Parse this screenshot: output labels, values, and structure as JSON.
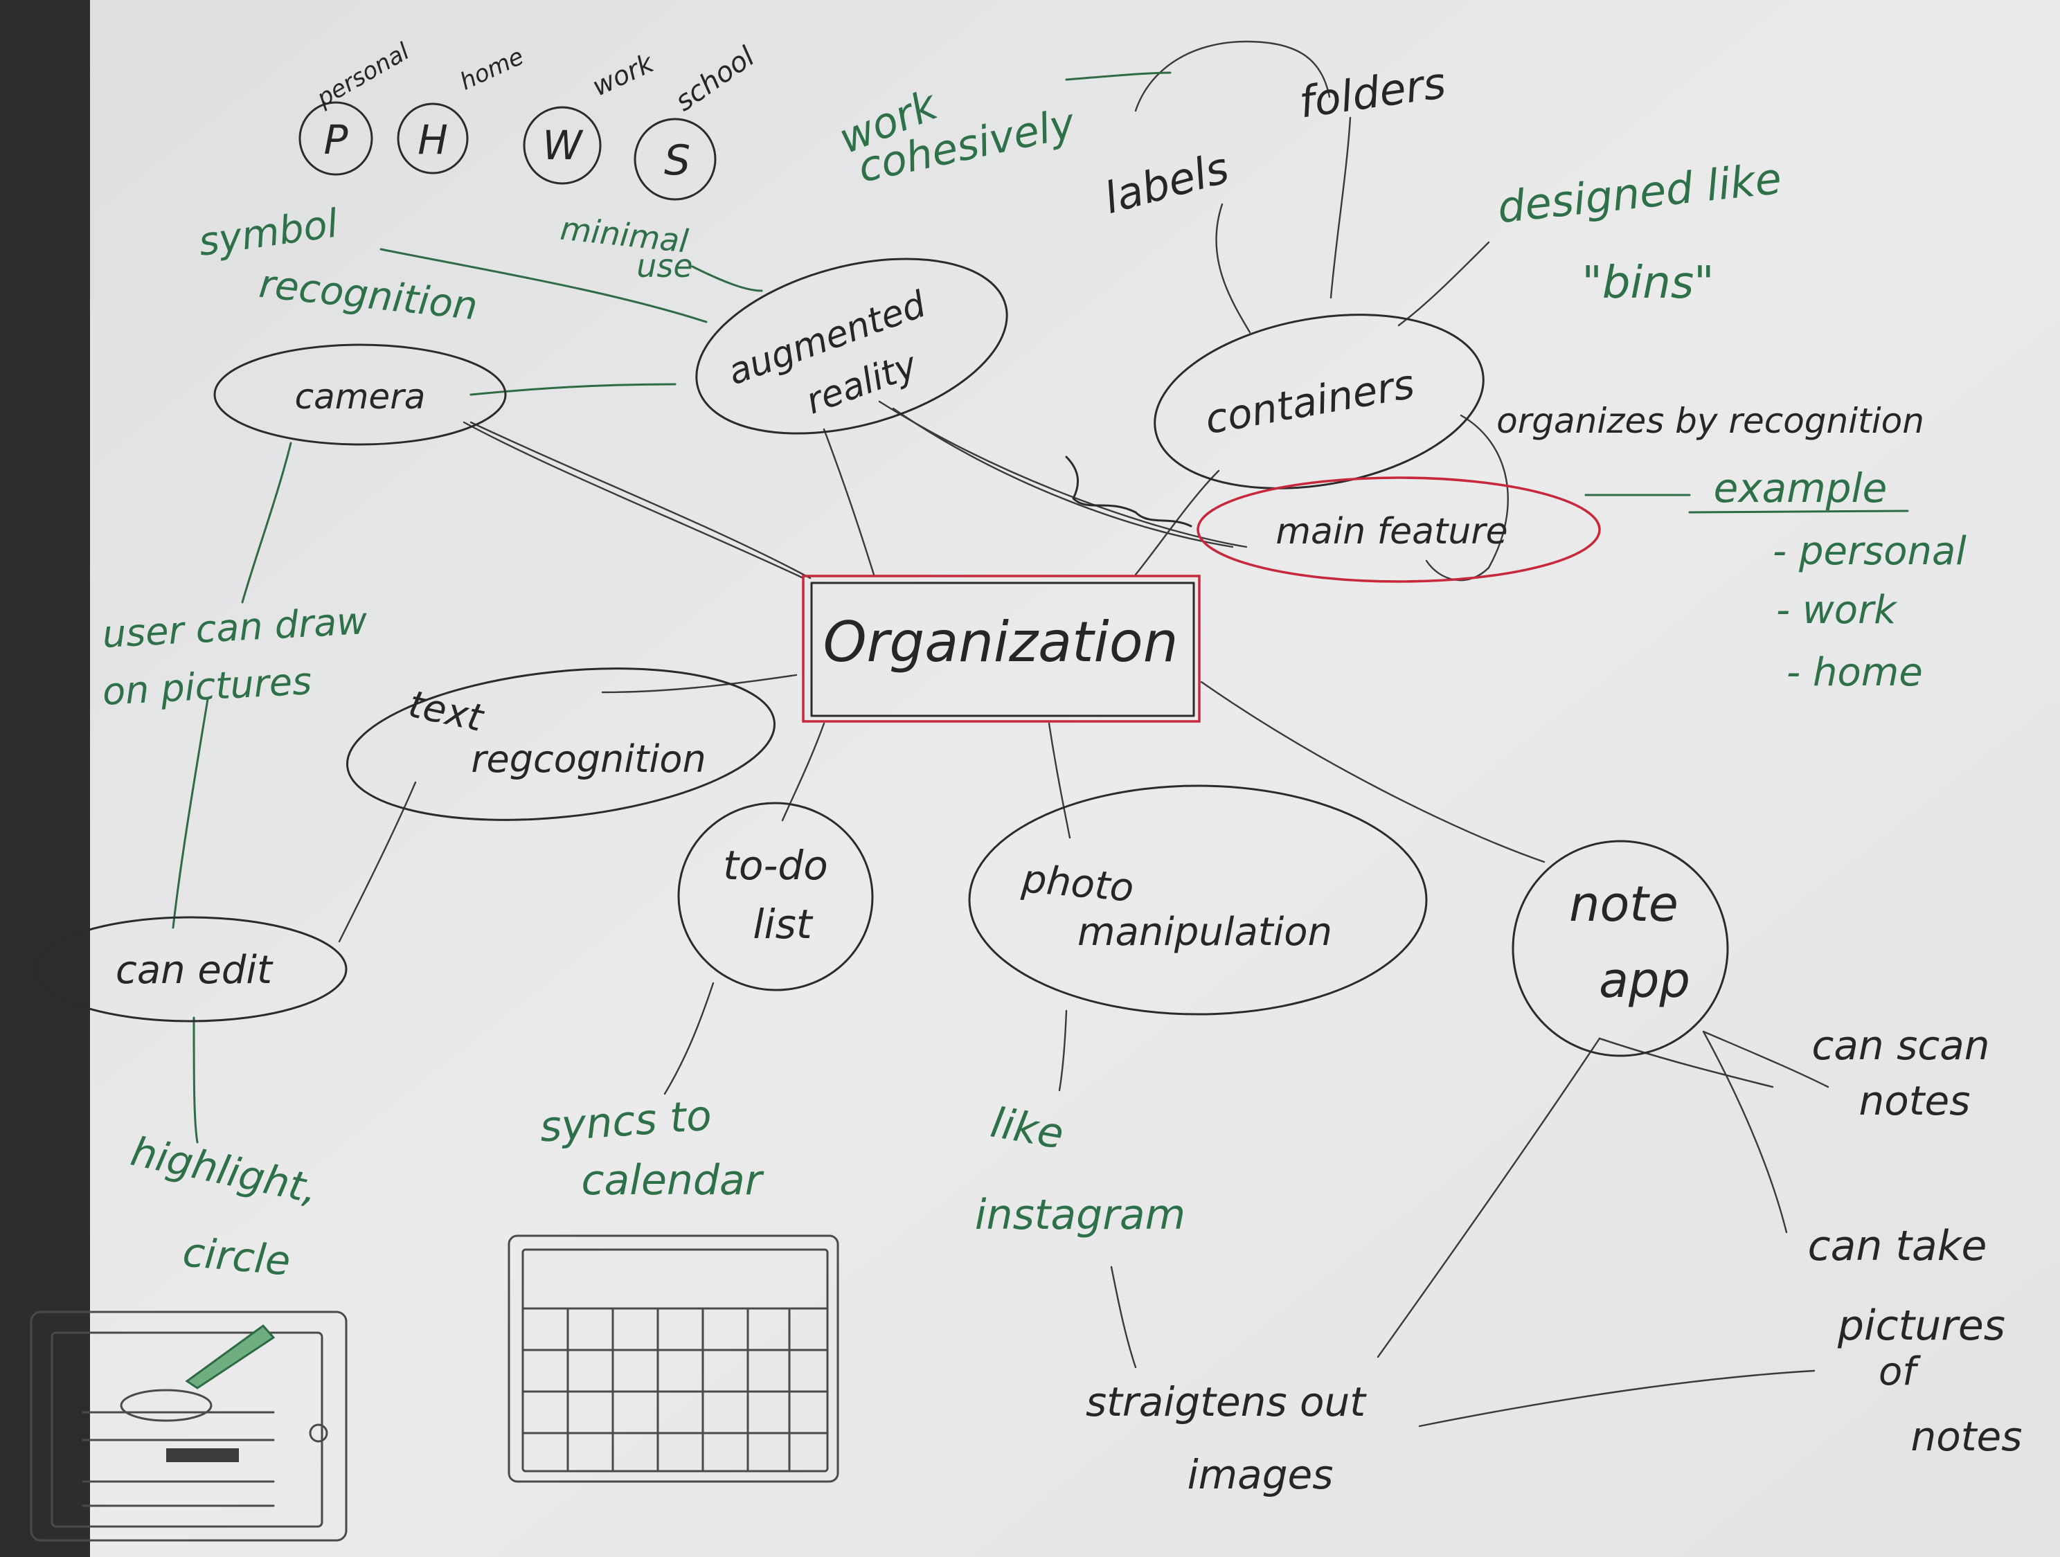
{
  "central": "Organization",
  "nodes": {
    "camera": "camera",
    "augmented_reality": [
      "augmented",
      "reality"
    ],
    "containers": "containers",
    "main_feature": "main feature",
    "text_recognition": [
      "text",
      "regcognition"
    ],
    "to_do_list": [
      "to-do",
      "list"
    ],
    "photo_manipulation": [
      "photo",
      "manipulation"
    ],
    "note_app": [
      "note",
      "app"
    ],
    "can_edit": "can edit"
  },
  "symbols": [
    {
      "letter": "P",
      "caption": "personal"
    },
    {
      "letter": "H",
      "caption": "home"
    },
    {
      "letter": "W",
      "caption": "work"
    },
    {
      "letter": "S",
      "caption": "school"
    }
  ],
  "notes": {
    "symbol_recognition": [
      "symbol",
      "recognition"
    ],
    "minimal_use": [
      "minimal",
      "use"
    ],
    "work_cohesively": [
      "work",
      "cohesively"
    ],
    "labels": "labels",
    "folders": "folders",
    "designed_like_bins": [
      "designed like",
      "\"bins\""
    ],
    "organizes_by_recognition": "organizes by recognition",
    "example": "example",
    "example_items": [
      "- personal",
      "- work",
      "- home"
    ],
    "user_can_draw": [
      "user can draw",
      "on pictures"
    ],
    "highlight_circle": [
      "highlight,",
      "circle"
    ],
    "syncs_to_calendar": [
      "syncs to",
      "calendar"
    ],
    "like_instagram": [
      "like",
      "instagram"
    ],
    "straightens": [
      "straigtens out",
      "images"
    ],
    "can_scan_notes": [
      "can scan",
      "notes"
    ],
    "can_take_pictures": [
      "can take",
      "pictures",
      "of",
      "notes"
    ]
  },
  "colors": {
    "paper": "#e9e9ea",
    "ink": "#262626",
    "green_ink": "#2e7048",
    "red_ink": "#c8283c"
  }
}
